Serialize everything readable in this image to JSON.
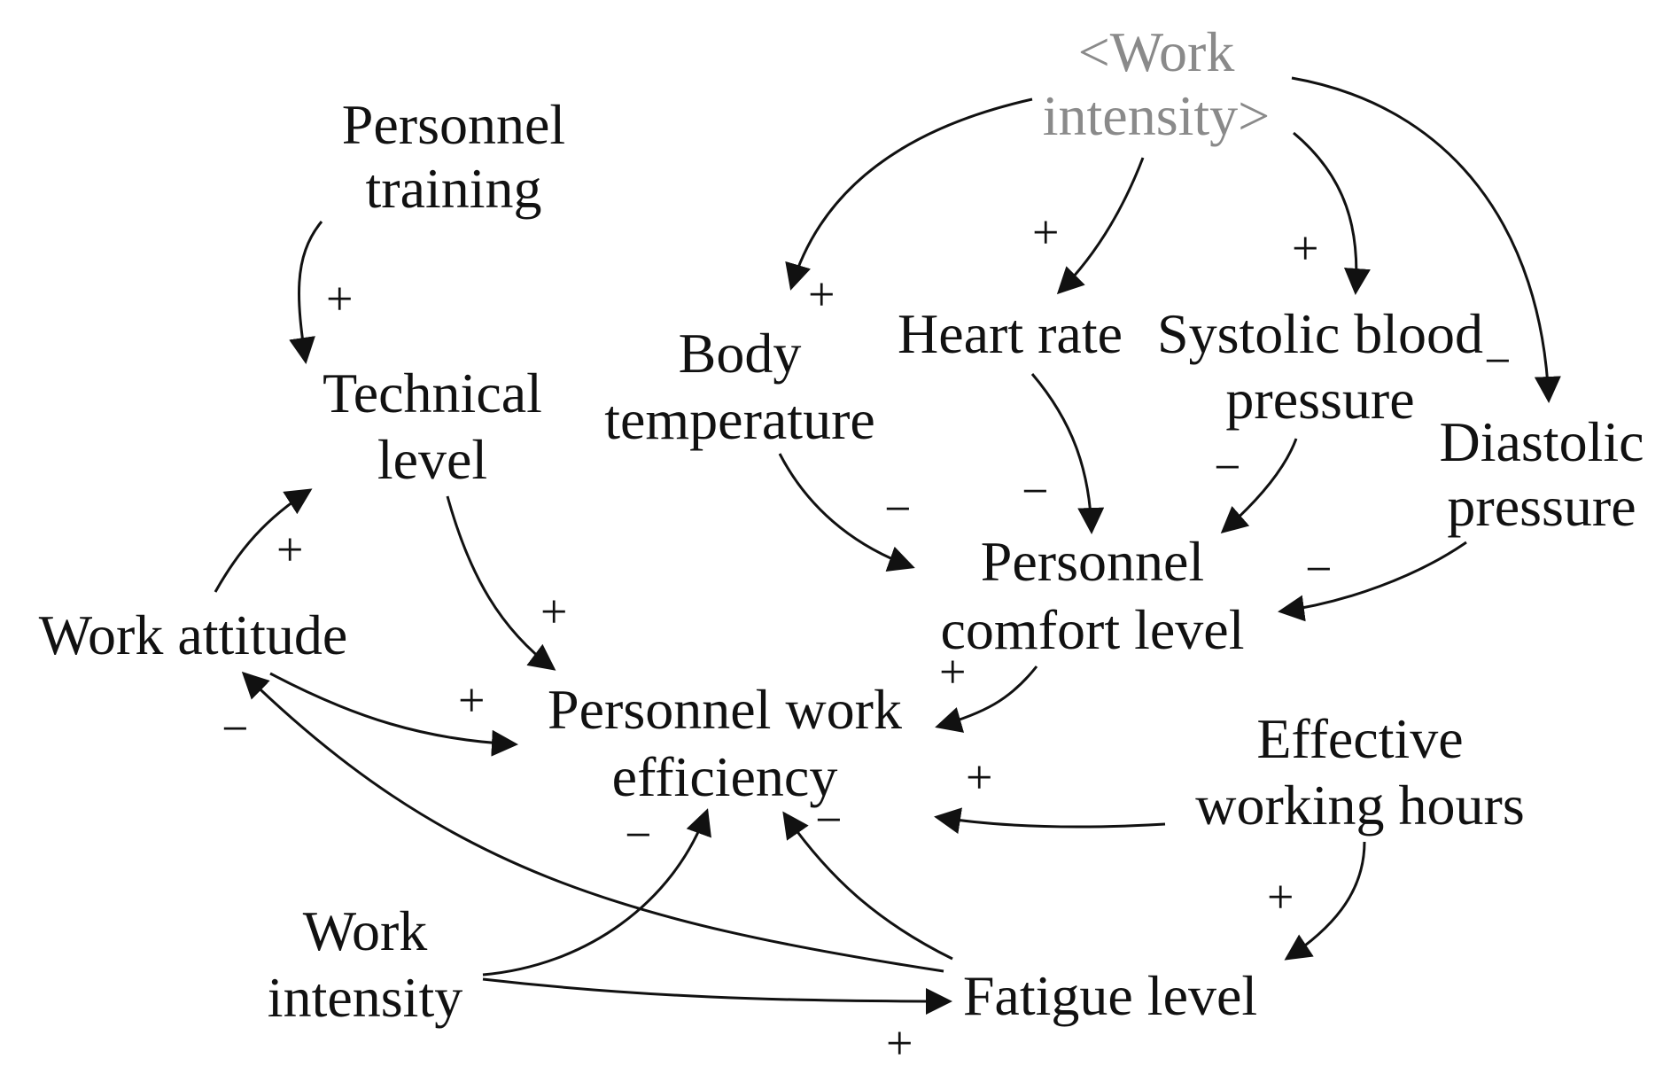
{
  "diagram": {
    "nodes": {
      "work_intensity_shadow": {
        "line1": "<Work",
        "line2": "intensity>"
      },
      "personnel_training": {
        "line1": "Personnel",
        "line2": "training"
      },
      "technical_level": {
        "line1": "Technical",
        "line2": "level"
      },
      "body_temperature": {
        "line1": "Body",
        "line2": "temperature"
      },
      "heart_rate": {
        "line1": "Heart rate"
      },
      "systolic_blood_pressure": {
        "line1": "Systolic blood",
        "line2": "pressure"
      },
      "diastolic_pressure": {
        "line1": "Diastolic",
        "line2": "pressure"
      },
      "personnel_comfort_level": {
        "line1": "Personnel",
        "line2": "comfort level"
      },
      "work_attitude": {
        "line1": "Work attitude"
      },
      "personnel_work_efficiency": {
        "line1": "Personnel work",
        "line2": "efficiency"
      },
      "effective_working_hours": {
        "line1": "Effective",
        "line2": "working hours"
      },
      "work_intensity": {
        "line1": "Work",
        "line2": "intensity"
      },
      "fatigue_level": {
        "line1": "Fatigue level"
      }
    },
    "links": [
      {
        "from": "<Work intensity>",
        "to": "Body temperature",
        "polarity": "+"
      },
      {
        "from": "<Work intensity>",
        "to": "Heart rate",
        "polarity": "+"
      },
      {
        "from": "<Work intensity>",
        "to": "Systolic blood pressure",
        "polarity": "+"
      },
      {
        "from": "<Work intensity>",
        "to": "Diastolic pressure",
        "polarity": "−"
      },
      {
        "from": "Personnel training",
        "to": "Technical level",
        "polarity": "+"
      },
      {
        "from": "Body temperature",
        "to": "Personnel comfort level",
        "polarity": "−"
      },
      {
        "from": "Heart rate",
        "to": "Personnel comfort level",
        "polarity": "−"
      },
      {
        "from": "Systolic blood pressure",
        "to": "Personnel comfort level",
        "polarity": "−"
      },
      {
        "from": "Diastolic pressure",
        "to": "Personnel comfort level",
        "polarity": "−"
      },
      {
        "from": "Work attitude",
        "to": "Technical level",
        "polarity": "+"
      },
      {
        "from": "Technical level",
        "to": "Personnel work efficiency",
        "polarity": "+"
      },
      {
        "from": "Work attitude",
        "to": "Personnel work efficiency",
        "polarity": "+"
      },
      {
        "from": "Personnel comfort level",
        "to": "Personnel work efficiency",
        "polarity": "+"
      },
      {
        "from": "Effective working hours",
        "to": "Personnel work efficiency",
        "polarity": "+"
      },
      {
        "from": "Effective working hours",
        "to": "Fatigue level",
        "polarity": "+"
      },
      {
        "from": "Fatigue level",
        "to": "Work attitude",
        "polarity": "−"
      },
      {
        "from": "Fatigue level",
        "to": "Personnel work efficiency",
        "polarity": "−"
      },
      {
        "from": "Work intensity",
        "to": "Personnel work efficiency",
        "polarity": "−"
      },
      {
        "from": "Work intensity",
        "to": "Fatigue level",
        "polarity": "+"
      }
    ]
  }
}
